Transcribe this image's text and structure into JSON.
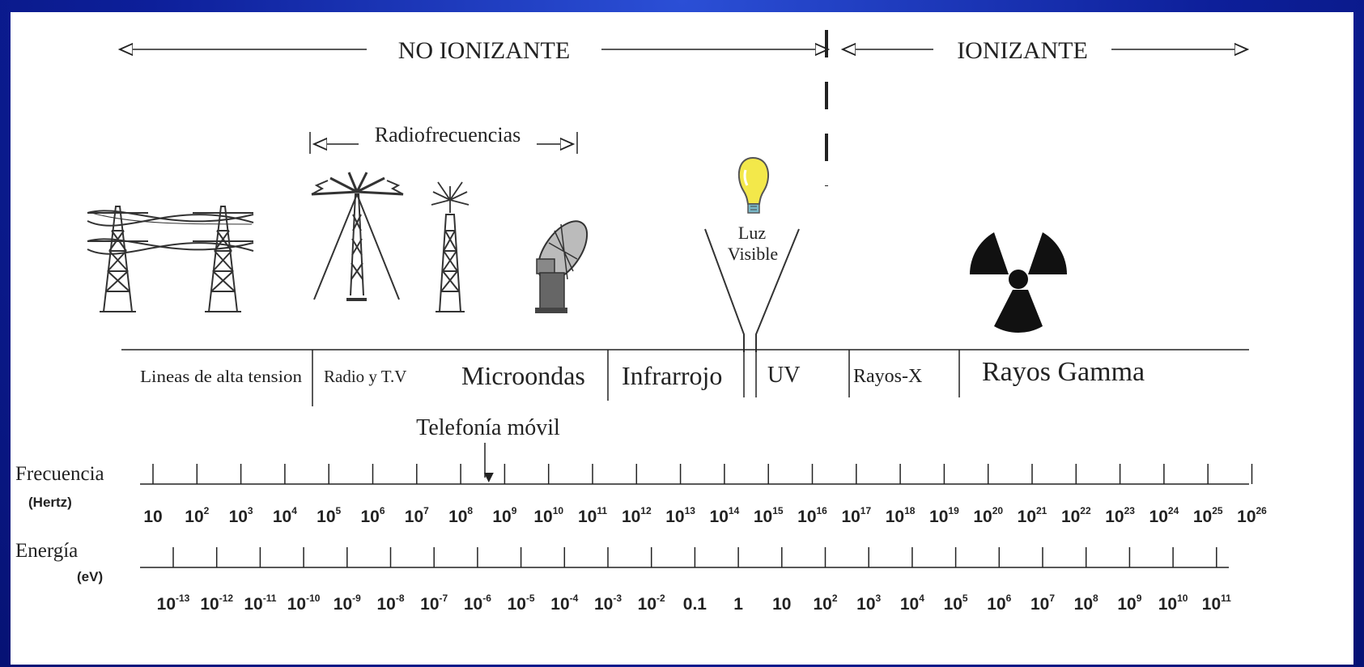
{
  "title_no_ionizante": "NO IONIZANTE",
  "title_ionizante": "IONIZANTE",
  "radiofrecuencias": "Radiofrecuencias",
  "luz": "Luz",
  "visible": "Visible",
  "bands": [
    "Lineas de alta tension",
    "Radio y T.V",
    "Microondas",
    "Infrarrojo",
    "UV",
    "Rayos-X",
    "Rayos Gamma"
  ],
  "telefonia": "Telefonía móvil",
  "frecuencia_label": "Frecuencia",
  "frecuencia_unit": "(Hertz)",
  "energia_label": "Energía",
  "energia_unit": "(eV)",
  "freq_ticks": [
    {
      "base": "10",
      "exp": ""
    },
    {
      "base": "10",
      "exp": "2"
    },
    {
      "base": "10",
      "exp": "3"
    },
    {
      "base": "10",
      "exp": "4"
    },
    {
      "base": "10",
      "exp": "5"
    },
    {
      "base": "10",
      "exp": "6"
    },
    {
      "base": "10",
      "exp": "7"
    },
    {
      "base": "10",
      "exp": "8"
    },
    {
      "base": "10",
      "exp": "9"
    },
    {
      "base": "10",
      "exp": "10"
    },
    {
      "base": "10",
      "exp": "11"
    },
    {
      "base": "10",
      "exp": "12"
    },
    {
      "base": "10",
      "exp": "13"
    },
    {
      "base": "10",
      "exp": "14"
    },
    {
      "base": "10",
      "exp": "15"
    },
    {
      "base": "10",
      "exp": "16"
    },
    {
      "base": "10",
      "exp": "17"
    },
    {
      "base": "10",
      "exp": "18"
    },
    {
      "base": "10",
      "exp": "19"
    },
    {
      "base": "10",
      "exp": "20"
    },
    {
      "base": "10",
      "exp": "21"
    },
    {
      "base": "10",
      "exp": "22"
    },
    {
      "base": "10",
      "exp": "23"
    },
    {
      "base": "10",
      "exp": "24"
    },
    {
      "base": "10",
      "exp": "25"
    },
    {
      "base": "10",
      "exp": "26"
    }
  ],
  "energy_ticks": [
    {
      "base": "10",
      "exp": "-13"
    },
    {
      "base": "10",
      "exp": "-12"
    },
    {
      "base": "10",
      "exp": "-11"
    },
    {
      "base": "10",
      "exp": "-10"
    },
    {
      "base": "10",
      "exp": "-9"
    },
    {
      "base": "10",
      "exp": "-8"
    },
    {
      "base": "10",
      "exp": "-7"
    },
    {
      "base": "10",
      "exp": "-6"
    },
    {
      "base": "10",
      "exp": "-5"
    },
    {
      "base": "10",
      "exp": "-4"
    },
    {
      "base": "10",
      "exp": "-3"
    },
    {
      "base": "10",
      "exp": "-2"
    },
    {
      "base": "0.1",
      "exp": ""
    },
    {
      "base": "1",
      "exp": ""
    },
    {
      "base": "10",
      "exp": ""
    },
    {
      "base": "10",
      "exp": "2"
    },
    {
      "base": "10",
      "exp": "3"
    },
    {
      "base": "10",
      "exp": "4"
    },
    {
      "base": "10",
      "exp": "5"
    },
    {
      "base": "10",
      "exp": "6"
    },
    {
      "base": "10",
      "exp": "7"
    },
    {
      "base": "10",
      "exp": "8"
    },
    {
      "base": "10",
      "exp": "9"
    },
    {
      "base": "10",
      "exp": "10"
    },
    {
      "base": "10",
      "exp": "11"
    }
  ],
  "colors": {
    "frame_blue": "#0d1f9a",
    "ink": "#222222",
    "bulb_yellow": "#f3e84a"
  }
}
